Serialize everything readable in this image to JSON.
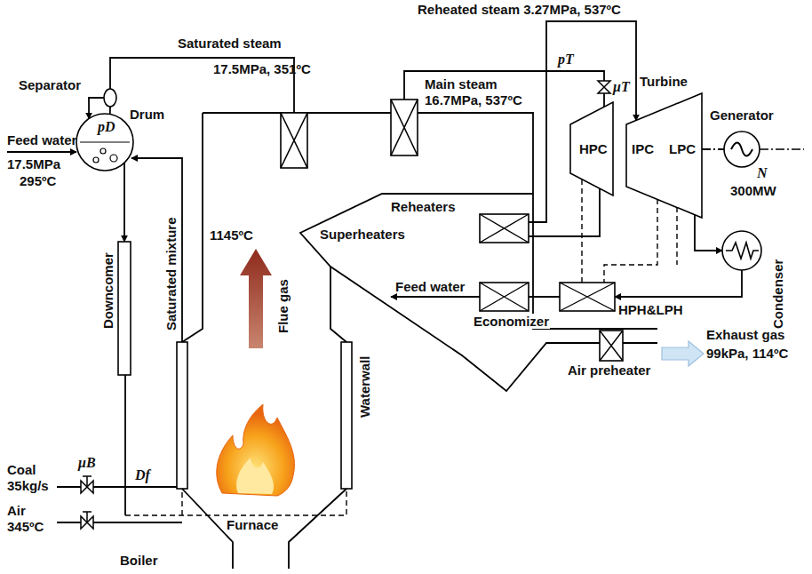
{
  "diagram": {
    "nodes": [
      {
        "text": [
          "Separator"
        ]
      },
      {
        "text": [
          "Drum",
          "pD"
        ]
      },
      {
        "text": [
          "Downcomer"
        ]
      },
      {
        "text": [
          "Waterwall"
        ]
      },
      {
        "text": [
          "Reheaters"
        ]
      },
      {
        "text": [
          "Economizer"
        ]
      },
      {
        "text": [
          "HPH&LPH"
        ]
      },
      {
        "text": [
          "Air preheater"
        ]
      },
      {
        "text": [
          "HPC"
        ]
      },
      {
        "text": [
          "Turbine",
          "IPC",
          "LPC"
        ]
      },
      {
        "text": [
          "Generator"
        ]
      },
      {
        "text": [
          "Condenser"
        ]
      }
    ],
    "edges": [
      {
        "from": 0,
        "to": 1,
        "arrow": "to"
      },
      {
        "from": 1,
        "to": 0,
        "arrow": "none"
      },
      {
        "from": 1,
        "to": 2,
        "arrow": "to"
      },
      {
        "from": 8,
        "to": 4,
        "arrow": "none"
      },
      {
        "from": 4,
        "to": 9,
        "arrow": "to"
      },
      {
        "from": 9,
        "to": 10,
        "arrow": "none"
      },
      {
        "from": 9,
        "to": 11,
        "arrow": "to"
      },
      {
        "from": 11,
        "to": 6,
        "arrow": "to"
      },
      {
        "from": 6,
        "to": 5,
        "arrow": "none"
      }
    ],
    "labels": [
      "Saturated steam",
      "17.5MPa, 351ºC",
      "Reheated steam 3.27MPa, 537ºC",
      "pT",
      "Main steam",
      "16.7MPa, 537ºC",
      "μT",
      "Feed water",
      "17.5MPa",
      "295ºC",
      "Saturated mixture",
      "1145ºC",
      "Superheaters",
      "Flue gas",
      "Feed water",
      "Exhaust gas",
      "99kPa, 114ºC",
      "Furnace",
      "Coal",
      "35kg/s",
      "μB",
      "Df",
      "Air",
      "345ºC",
      "Boiler",
      "N",
      "300MW"
    ]
  }
}
